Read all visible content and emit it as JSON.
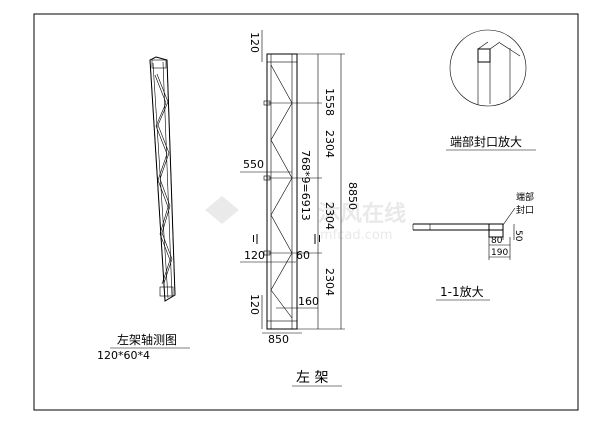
{
  "watermark": {
    "brand": "沐风在线",
    "url": "mfcad.com"
  },
  "captions": {
    "axon_title": "左架轴测图",
    "axon_section": "120*60*4",
    "front_title": "左  架",
    "end_detail": "端部封口放大",
    "section_detail": "1-1放大",
    "end_cap_note_1": "端部",
    "end_cap_note_2": "封口"
  },
  "dimensions": {
    "top_120": "120",
    "d1558": "1558",
    "d2304_a": "2304",
    "d2304_b": "2304",
    "d2304_c": "2304",
    "total_8850": "8850",
    "d550": "550",
    "d_repeat": "768*9=6913",
    "d120_mid": "120",
    "d60": "60",
    "d160": "160",
    "d120_bot": "120",
    "d850": "850",
    "d80": "80",
    "d190": "190",
    "d50": "50"
  },
  "section_marks": {
    "left": "I",
    "right": "I"
  }
}
